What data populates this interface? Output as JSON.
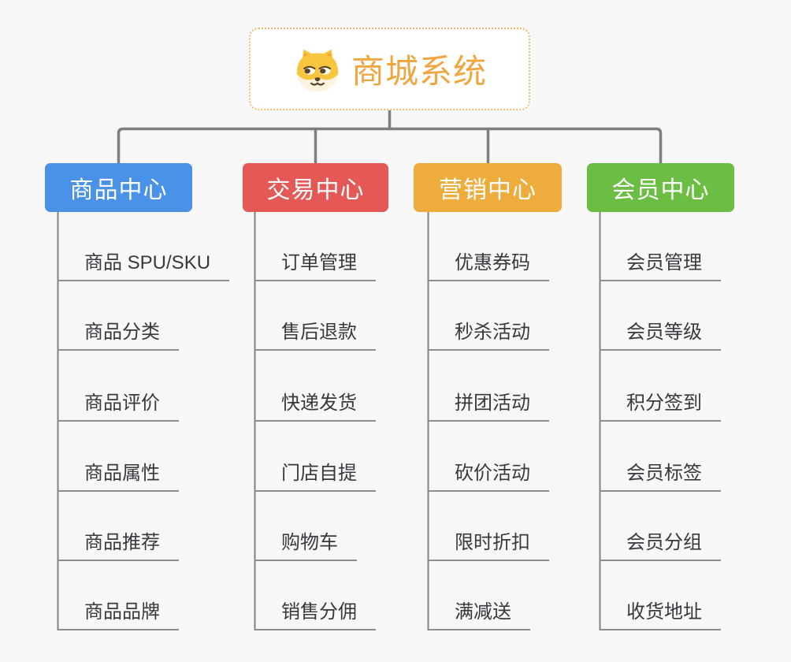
{
  "app": {
    "background_color": "#f7f7f7",
    "connector_color": "#7f7f7f"
  },
  "root": {
    "title": "商城系统",
    "title_color": "#f0a63e",
    "border_color": "#f0bb6e",
    "icon": "dog-face-icon"
  },
  "branches": [
    {
      "label": "商品中心",
      "color": "#4a91e8",
      "children": [
        "商品 SPU/SKU",
        "商品分类",
        "商品评价",
        "商品属性",
        "商品推荐",
        "商品品牌"
      ]
    },
    {
      "label": "交易中心",
      "color": "#e45956",
      "children": [
        "订单管理",
        "售后退款",
        "快递发货",
        "门店自提",
        "购物车",
        "销售分佣"
      ]
    },
    {
      "label": "营销中心",
      "color": "#eeac3d",
      "children": [
        "优惠券码",
        "秒杀活动",
        "拼团活动",
        "砍价活动",
        "限时折扣",
        "满减送"
      ]
    },
    {
      "label": "会员中心",
      "color": "#6cbd43",
      "children": [
        "会员管理",
        "会员等级",
        "积分签到",
        "会员标签",
        "会员分组",
        "收货地址"
      ]
    }
  ]
}
